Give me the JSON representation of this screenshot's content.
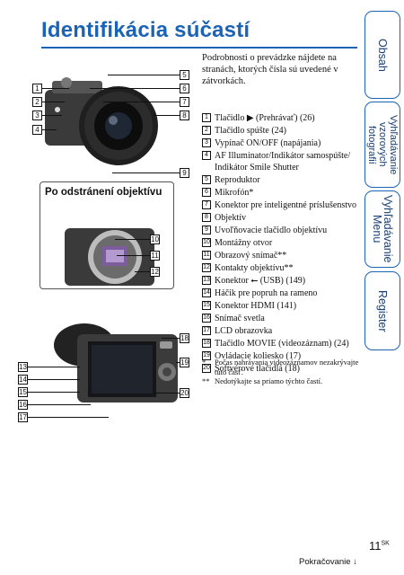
{
  "header": {
    "title": "Identifikácia súčastí"
  },
  "tabs": [
    {
      "label": "Obsah"
    },
    {
      "label": "Vyhľadávanie\nvzorových fotografií"
    },
    {
      "label": "Vyhľadávanie\nMenu"
    },
    {
      "label": "Register"
    }
  ],
  "figure": {
    "subheading": "Po odstránení objektívu",
    "callouts": [
      "1",
      "2",
      "3",
      "4",
      "5",
      "6",
      "7",
      "8",
      "9",
      "10",
      "11",
      "12",
      "13",
      "14",
      "15",
      "16",
      "17",
      "18",
      "19",
      "20"
    ]
  },
  "intro": "Podrobnosti o prevádzke nájdete na stranách, ktorých čísla sú uvedené v zátvorkách.",
  "items": [
    {
      "n": "1",
      "text": "Tlačidlo ▶ (Prehrávať) (26)"
    },
    {
      "n": "2",
      "text": "Tlačidlo spúšte (24)"
    },
    {
      "n": "3",
      "text": "Vypínač ON/OFF (napájania)"
    },
    {
      "n": "4",
      "text": "AF Illuminator/Indikátor samospúšte/ Indikátor Smile Shutter"
    },
    {
      "n": "5",
      "text": "Reproduktor"
    },
    {
      "n": "6",
      "text": "Mikrofón*"
    },
    {
      "n": "7",
      "text": "Konektor pre inteligentné príslušenstvo"
    },
    {
      "n": "8",
      "text": "Objektív"
    },
    {
      "n": "9",
      "text": "Uvoľňovacie tlačidlo objektívu"
    },
    {
      "n": "10",
      "text": "Montážny otvor"
    },
    {
      "n": "11",
      "text": "Obrazový snímač**"
    },
    {
      "n": "12",
      "text": "Kontakty objektívu**"
    },
    {
      "n": "13",
      "text": "Konektor ⭠ (USB) (149)"
    },
    {
      "n": "14",
      "text": "Háčik pre popruh na rameno"
    },
    {
      "n": "15",
      "text": "Konektor HDMI (141)"
    },
    {
      "n": "16",
      "text": "Snímač svetla"
    },
    {
      "n": "17",
      "text": "LCD obrazovka"
    },
    {
      "n": "18",
      "text": "Tlačidlo MOVIE (videozáznam) (24)"
    },
    {
      "n": "19",
      "text": "Ovládacie koliesko (17)"
    },
    {
      "n": "20",
      "text": "Softvérové tlačidlá (18)"
    }
  ],
  "notes": [
    {
      "mark": "*",
      "text": "Počas nahrávania videozáznamov nezakrývajte túto časť."
    },
    {
      "mark": "**",
      "text": "Nedotýkajte sa priamo týchto častí."
    }
  ],
  "footer": {
    "page": "11",
    "page_suffix": "SK",
    "continue": "Pokračovanie ↓"
  },
  "colors": {
    "accent": "#1b63b4",
    "tab_text": "#1b3f73"
  }
}
